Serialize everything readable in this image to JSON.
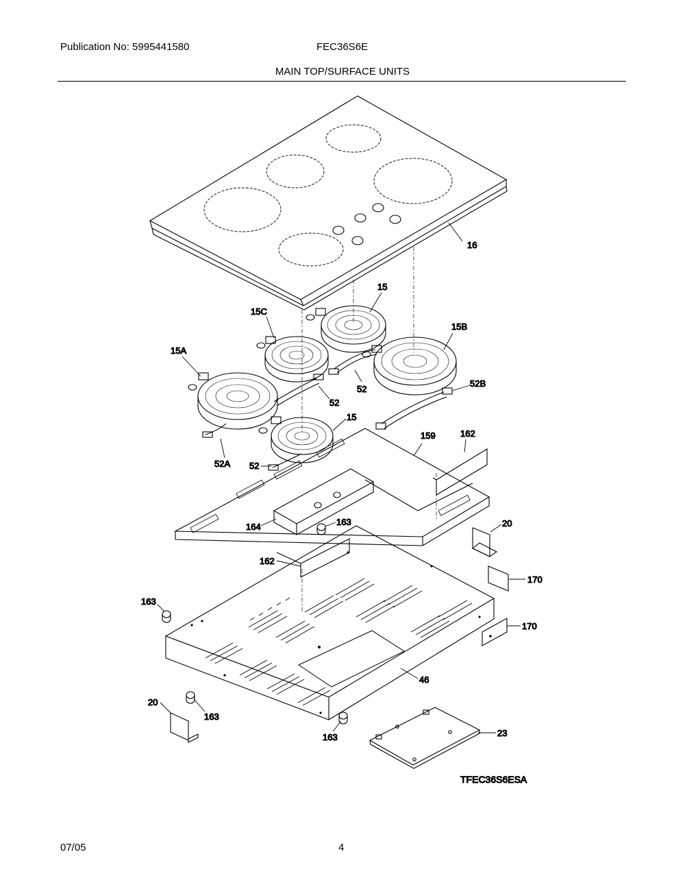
{
  "header": {
    "publication": "Publication No: 5995441580",
    "model": "FEC36S6E",
    "section_title": "MAIN TOP/SURFACE UNITS"
  },
  "callouts": {
    "c16": "16",
    "c15_top": "15",
    "c15c": "15C",
    "c15b": "15B",
    "c15a": "15A",
    "c52_mid": "52",
    "c52_left": "52",
    "c52b": "52B",
    "c15_front": "15",
    "c52a": "52A",
    "c52_front": "52",
    "c159": "159",
    "c162_top": "162",
    "c164": "164",
    "c163_top": "163",
    "c20_right": "20",
    "c162_mid": "162",
    "c170_top": "170",
    "c163_left": "163",
    "c170_bot": "170",
    "c46": "46",
    "c20_left": "20",
    "c163_bot1": "163",
    "c163_bot2": "163",
    "c23": "23"
  },
  "diagram_id": "TFEC36S6ESA",
  "footer": {
    "date": "07/05",
    "page": "4"
  }
}
